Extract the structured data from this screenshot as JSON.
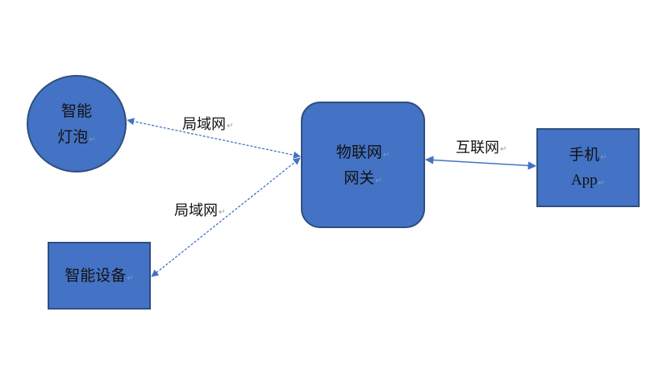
{
  "nodes": {
    "bulb": {
      "lines": [
        "智能",
        "灯泡"
      ]
    },
    "gateway": {
      "lines": [
        "物联网",
        "网关"
      ]
    },
    "phone": {
      "lines": [
        "手机",
        "App"
      ]
    },
    "device": {
      "lines": [
        "智能设备"
      ]
    }
  },
  "edges": {
    "gateway_bulb": {
      "label": "局域网",
      "style": "dashed",
      "bidirectional": true
    },
    "gateway_device": {
      "label": "局域网",
      "style": "dashed",
      "bidirectional": true
    },
    "gateway_phone": {
      "label": "互联网",
      "style": "solid",
      "bidirectional": true
    }
  },
  "paragraph_mark": "↵",
  "colors": {
    "node_fill": "#4472C4",
    "node_border": "#2F4F7F",
    "connector": "#4472C4",
    "background": "#FFFFFF"
  }
}
